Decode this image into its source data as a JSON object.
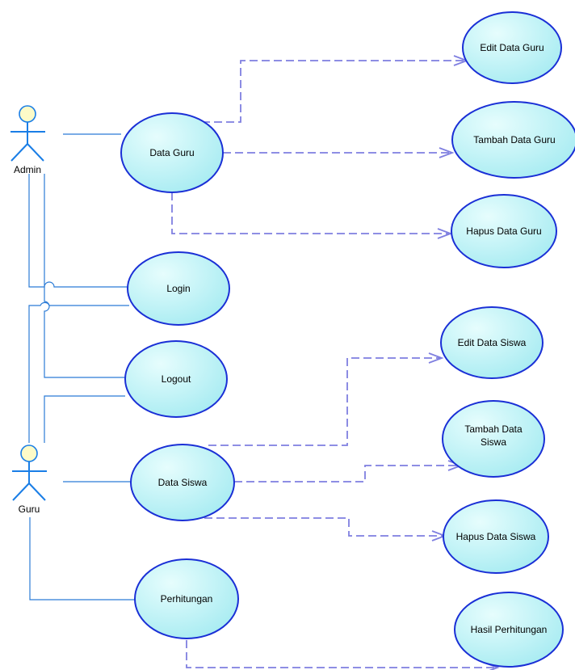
{
  "actors": {
    "admin": {
      "label": "Admin"
    },
    "guru": {
      "label": "Guru"
    }
  },
  "use_cases": {
    "data_guru": "Data Guru",
    "edit_data_guru": "Edit Data Guru",
    "tambah_data_guru": "Tambah Data Guru",
    "hapus_data_guru": "Hapus Data Guru",
    "login": "Login",
    "logout": "Logout",
    "data_siswa": "Data Siswa",
    "edit_data_siswa": "Edit Data Siswa",
    "tambah_data_siswa_line1": "Tambah Data",
    "tambah_data_siswa_line2": "Siswa",
    "hapus_data_siswa": "Hapus Data Siswa",
    "perhitungan": "Perhitungan",
    "hasil_perhitungan": "Hasil Perhitungan"
  },
  "colors": {
    "use_case_fill_light": "#e6fdfd",
    "use_case_fill_dark": "#a9ecf2",
    "use_case_border": "#1a2fd6",
    "association_line": "#2b7bd6",
    "dependency_line": "#7f7fe0",
    "actor_head_fill": "#fdfbc8"
  }
}
